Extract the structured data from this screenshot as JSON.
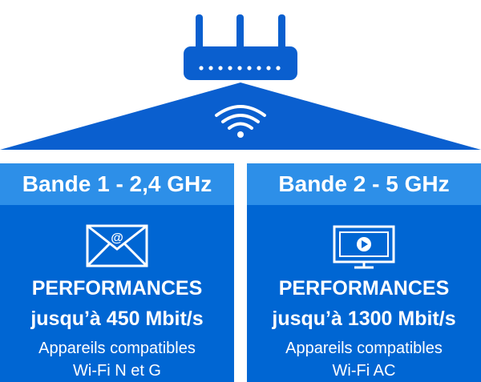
{
  "colors": {
    "roof": "#0a5fcf",
    "band_body": "#0066d3",
    "band_header": "#2d8fe8",
    "text": "#ffffff"
  },
  "icons": {
    "router": "router-icon",
    "wifi": "wifi-icon",
    "band1": "email-icon",
    "band2": "tv-play-icon"
  },
  "bands": [
    {
      "header": "Bande 1 - 2,4 GHz",
      "perf_title": "PERFORMANCES",
      "perf_speed": "jusqu’à 450 Mbit/s",
      "compat_line1": "Appareils compatibles",
      "compat_line2": "Wi-Fi N et G"
    },
    {
      "header": "Bande 2 - 5 GHz",
      "perf_title": "PERFORMANCES",
      "perf_speed": "jusqu’à 1300 Mbit/s",
      "compat_line1": "Appareils compatibles",
      "compat_line2": "Wi-Fi AC"
    }
  ]
}
